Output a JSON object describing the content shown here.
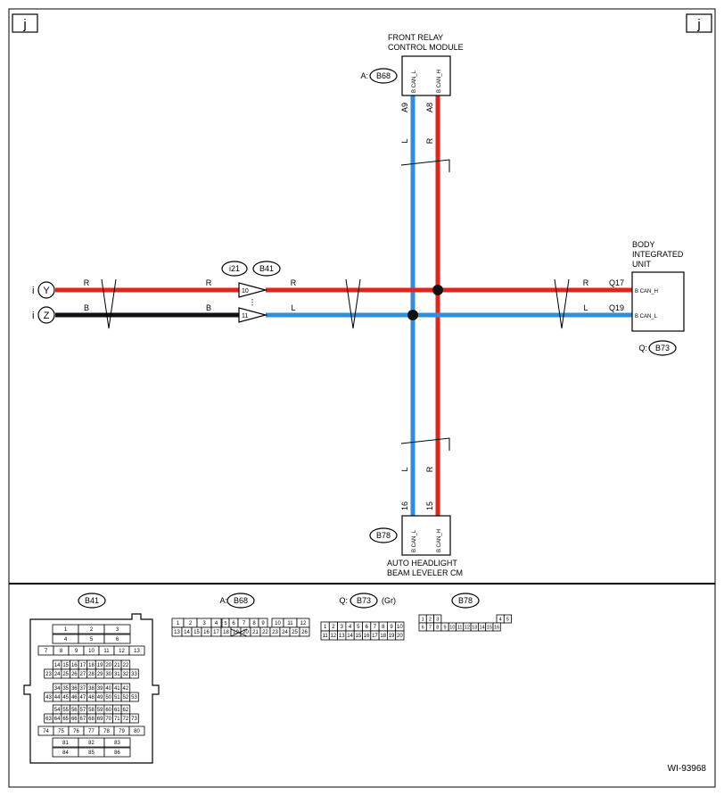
{
  "corner_label": "j",
  "diagram_id": "WI-93968",
  "colors": {
    "red": "#e3241b",
    "blue": "#2c8fe5",
    "black": "#111111"
  },
  "modules": {
    "front_relay": {
      "title_line1": "FRONT RELAY",
      "title_line2": "CONTROL MODULE",
      "prefix": "A:",
      "connector": "B68",
      "pin_l": "B CAN_L",
      "pin_h": "B CAN_H",
      "term_l": "A9",
      "term_h": "A8"
    },
    "body_integrated": {
      "title_line1": "BODY",
      "title_line2": "INTEGRATED",
      "title_line3": "UNIT",
      "prefix": "Q:",
      "connector": "B73",
      "pin_h": "B CAN_H",
      "pin_l": "B CAN_L",
      "term_h": "Q17",
      "term_l": "Q19"
    },
    "auto_headlight": {
      "title_line1": "AUTO HEADLIGHT",
      "title_line2": "BEAM LEVELER CM",
      "connector": "B78",
      "pin_l": "B CAN_L",
      "pin_h": "B CAN_H",
      "term_l": "16",
      "term_h": "15"
    }
  },
  "joint_connector": {
    "id1": "i21",
    "id2": "B41",
    "pin_top": "10",
    "pin_bottom": "11"
  },
  "left_refs": {
    "prefix": "i",
    "top": "Y",
    "bottom": "Z"
  },
  "wire_colors": {
    "red": "R",
    "blue": "L",
    "black": "B"
  },
  "legend": {
    "b41": {
      "label": "B41",
      "rows": [
        [
          "1",
          "2",
          "3"
        ],
        [
          "4",
          "5",
          "6"
        ],
        [
          "7",
          "8",
          "9",
          "10",
          "11",
          "12",
          "13"
        ],
        [
          "14",
          "15",
          "16",
          "17",
          "18",
          "19",
          "20",
          "21",
          "22"
        ],
        [
          "23",
          "24",
          "25",
          "26",
          "27",
          "28",
          "29",
          "30",
          "31",
          "32",
          "33"
        ],
        [
          "34",
          "35",
          "36",
          "37",
          "38",
          "39",
          "40",
          "41",
          "42"
        ],
        [
          "43",
          "44",
          "45",
          "46",
          "47",
          "48",
          "49",
          "50",
          "51",
          "52",
          "53"
        ],
        [
          "54",
          "55",
          "56",
          "57",
          "58",
          "59",
          "60",
          "61",
          "62"
        ],
        [
          "63",
          "64",
          "65",
          "66",
          "67",
          "68",
          "69",
          "70",
          "71",
          "72",
          "73"
        ],
        [
          "74",
          "75",
          "76",
          "77",
          "78",
          "79",
          "80"
        ],
        [
          "81",
          "82",
          "83"
        ],
        [
          "84",
          "85",
          "86"
        ]
      ]
    },
    "b68": {
      "prefix": "A:",
      "label": "B68",
      "row1": [
        "1",
        "2",
        "3",
        "4",
        "5",
        "6",
        "7",
        "8",
        "9",
        "10",
        "11",
        "12"
      ],
      "row2": [
        "13",
        "14",
        "15",
        "16",
        "17",
        "18",
        "19",
        "20",
        "21",
        "22",
        "23",
        "24",
        "25",
        "26"
      ]
    },
    "b73": {
      "prefix": "Q:",
      "label": "B73",
      "suffix": "(Gr)",
      "row1": [
        "1",
        "2",
        "3",
        "4",
        "5",
        "6",
        "7",
        "8",
        "9",
        "10"
      ],
      "row2": [
        "11",
        "12",
        "13",
        "14",
        "15",
        "16",
        "17",
        "18",
        "19",
        "20"
      ]
    },
    "b78": {
      "label": "B78",
      "row1": [
        "1",
        "2",
        "3",
        "4",
        "5"
      ],
      "row2": [
        "6",
        "7",
        "8",
        "9",
        "10",
        "11",
        "12",
        "13",
        "14",
        "15",
        "16"
      ]
    }
  }
}
